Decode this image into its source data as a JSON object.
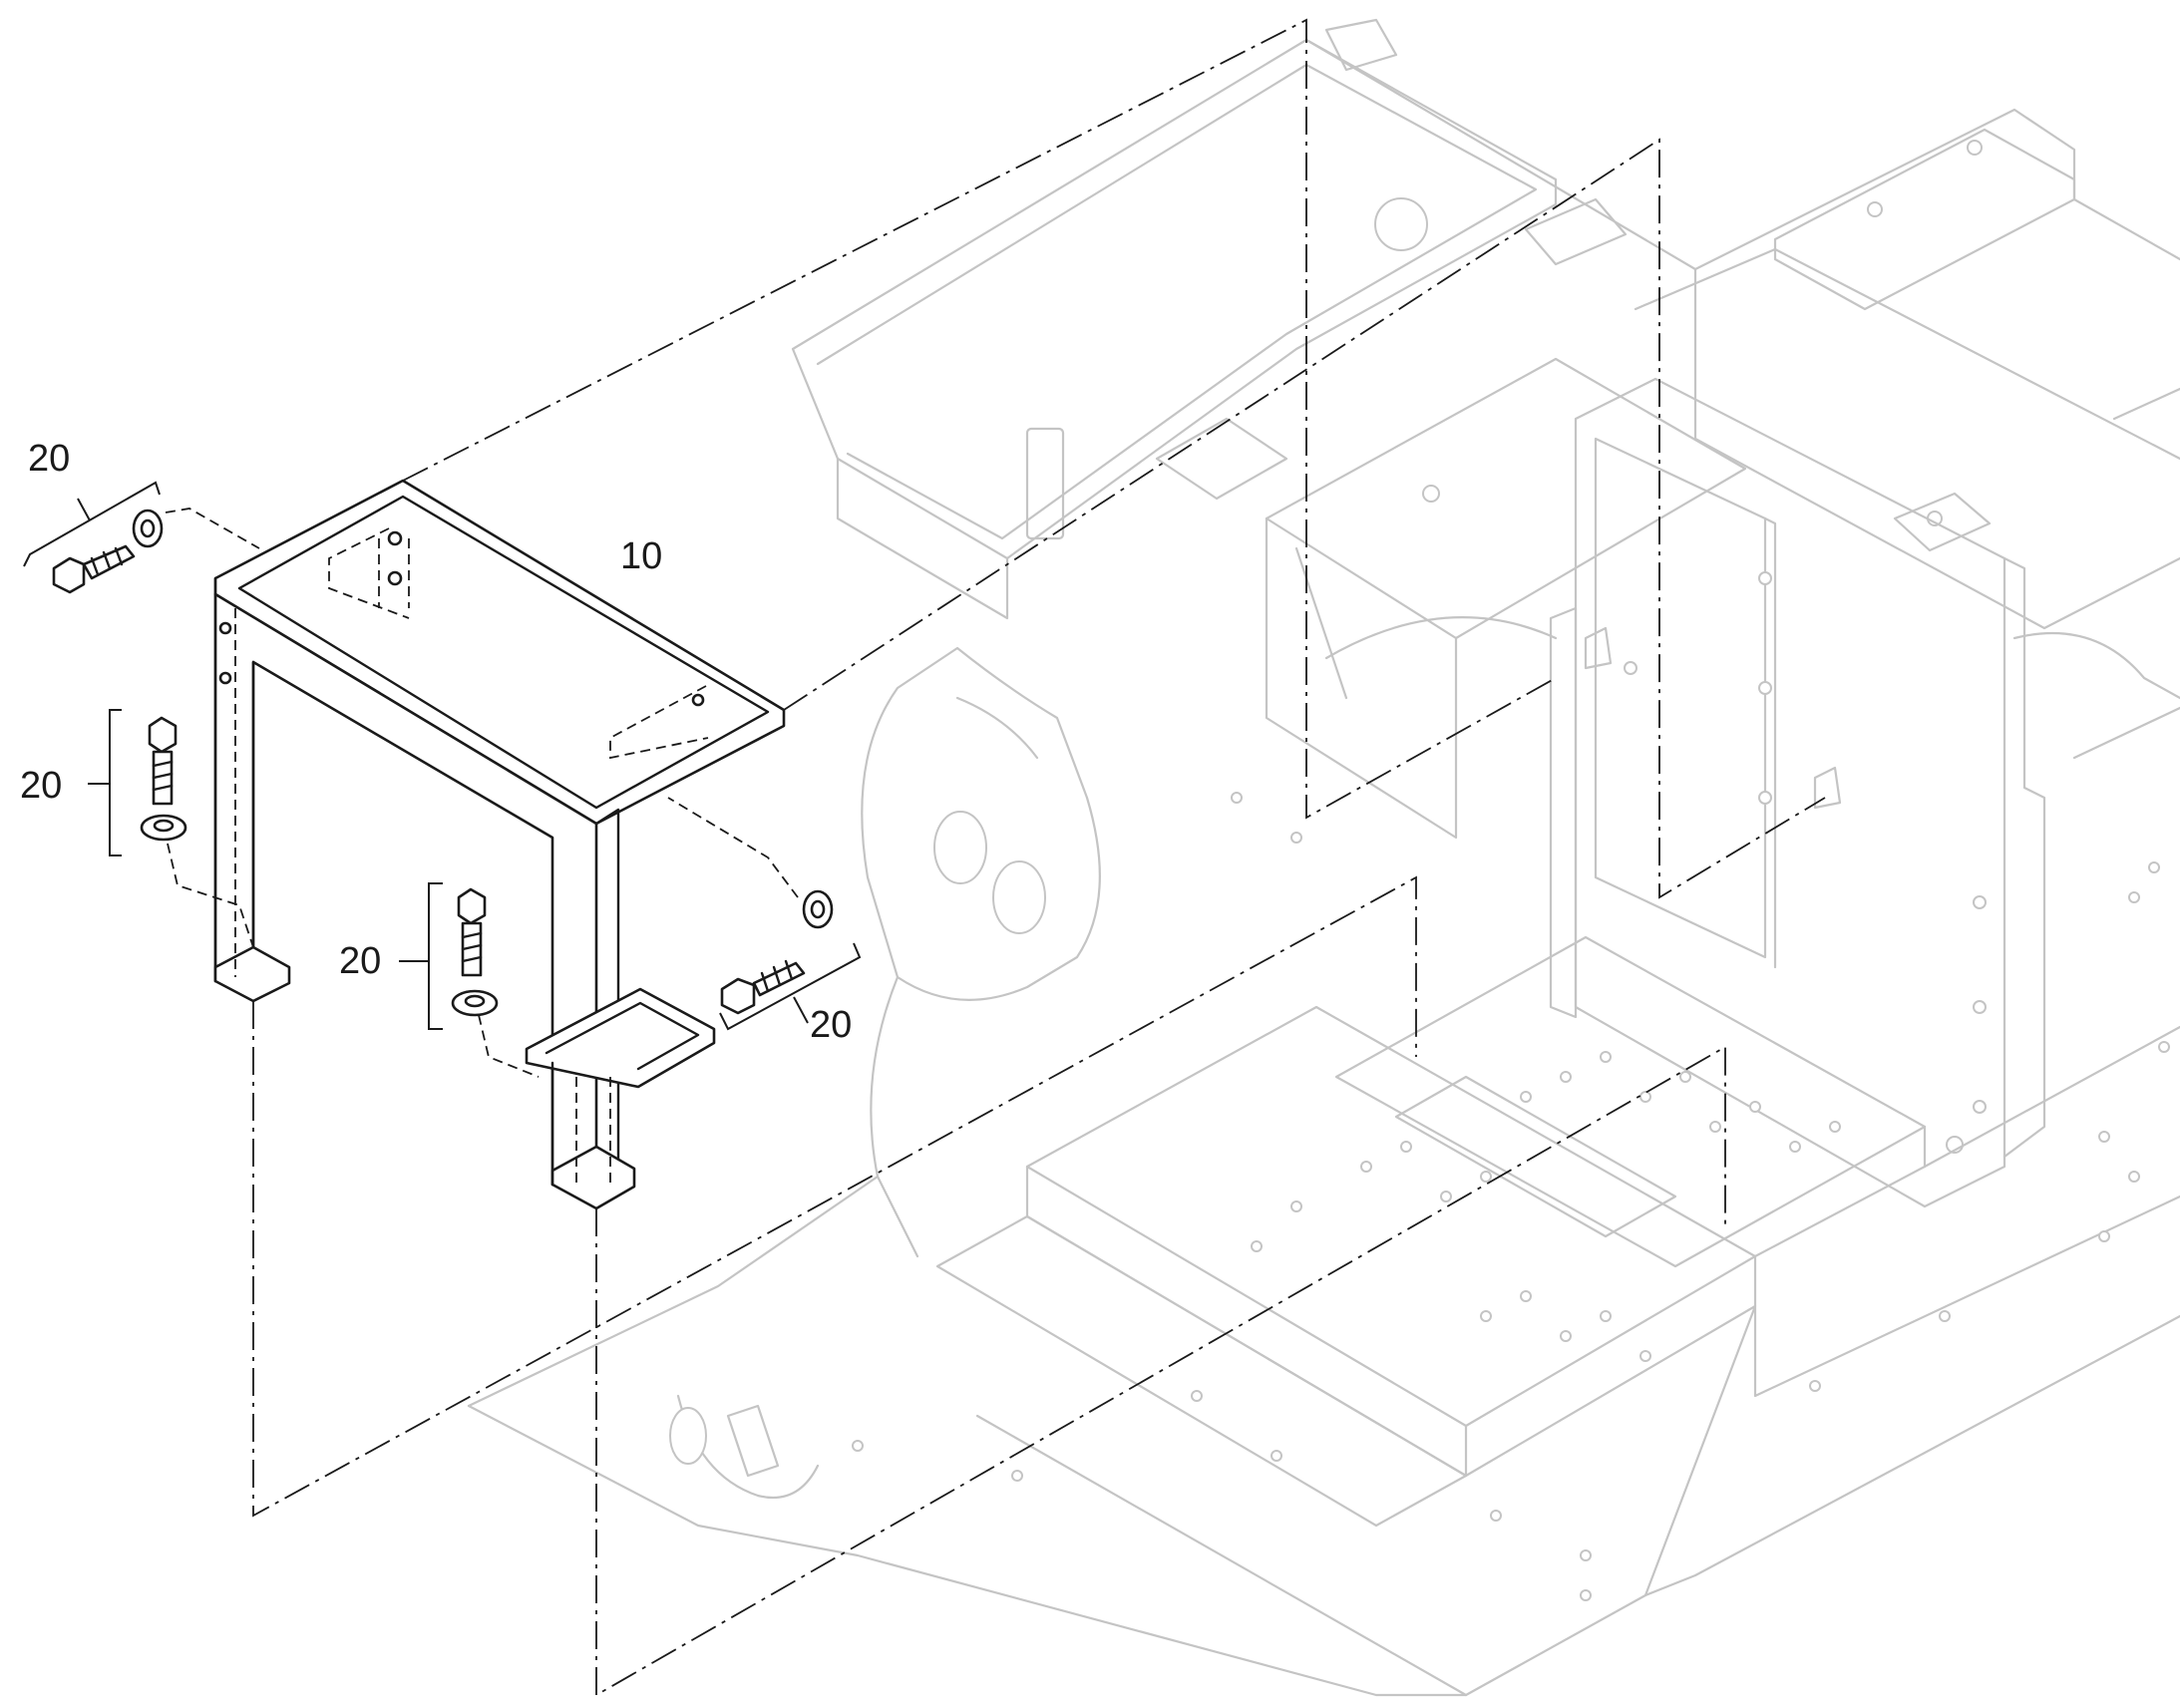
{
  "figure": {
    "callouts": [
      {
        "id": "bracket-assembly",
        "text": "10"
      },
      {
        "id": "fastener-top-left",
        "text": "20"
      },
      {
        "id": "fastener-left",
        "text": "20"
      },
      {
        "id": "fastener-center",
        "text": "20"
      },
      {
        "id": "fastener-right",
        "text": "20"
      }
    ]
  },
  "colors": {
    "part_line": "#1a1a1a",
    "ghost_line": "#c4c4c4",
    "background": "#ffffff"
  }
}
